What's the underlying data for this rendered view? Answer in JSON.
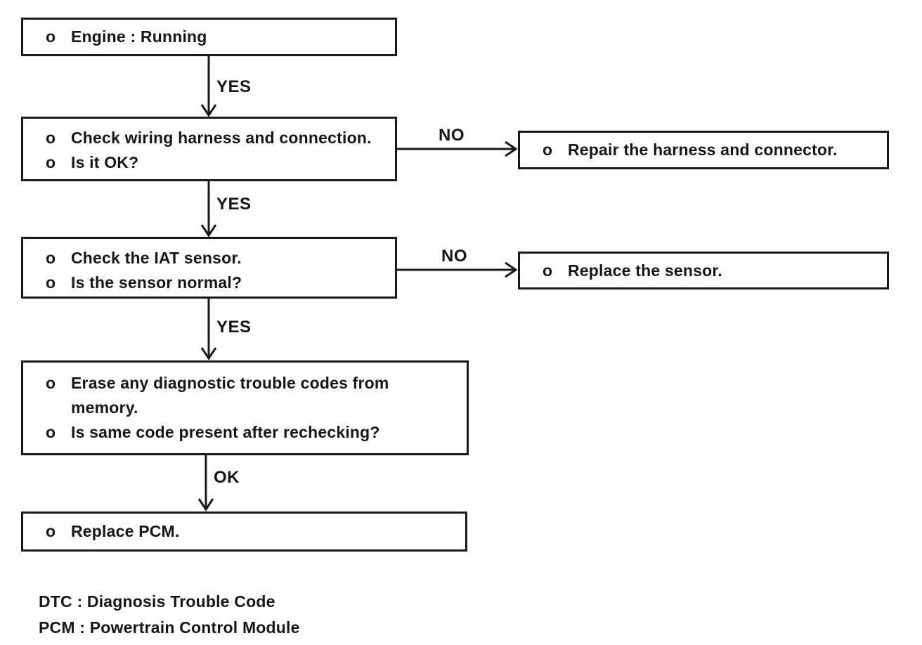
{
  "page": {
    "background_color": "#ffffff",
    "ink_color": "#1a1a1a"
  },
  "diagram": {
    "type": "flowchart",
    "bullet": "o",
    "boxes": [
      {
        "name": "engine-running",
        "items": [
          "Engine : Running"
        ]
      },
      {
        "name": "check-wiring",
        "items": [
          "Check wiring harness and connection.",
          "Is it OK?"
        ]
      },
      {
        "name": "repair-harness",
        "items": [
          "Repair the harness and connector."
        ]
      },
      {
        "name": "check-iat",
        "items": [
          "Check the IAT sensor.",
          "Is the sensor normal?"
        ]
      },
      {
        "name": "replace-sensor",
        "items": [
          "Replace the sensor."
        ]
      },
      {
        "name": "erase-dtc",
        "items": [
          "Erase any diagnostic trouble codes from memory.",
          "Is same code present after rechecking?"
        ]
      },
      {
        "name": "replace-pcm",
        "items": [
          "Replace PCM."
        ]
      }
    ],
    "edge_labels": {
      "yes1": "YES",
      "no1": "NO",
      "yes2": "YES",
      "no2": "NO",
      "yes3": "YES",
      "ok": "OK"
    },
    "legend": {
      "line1": "DTC : Diagnosis Trouble Code",
      "line2": "PCM : Powertrain Control Module"
    }
  }
}
